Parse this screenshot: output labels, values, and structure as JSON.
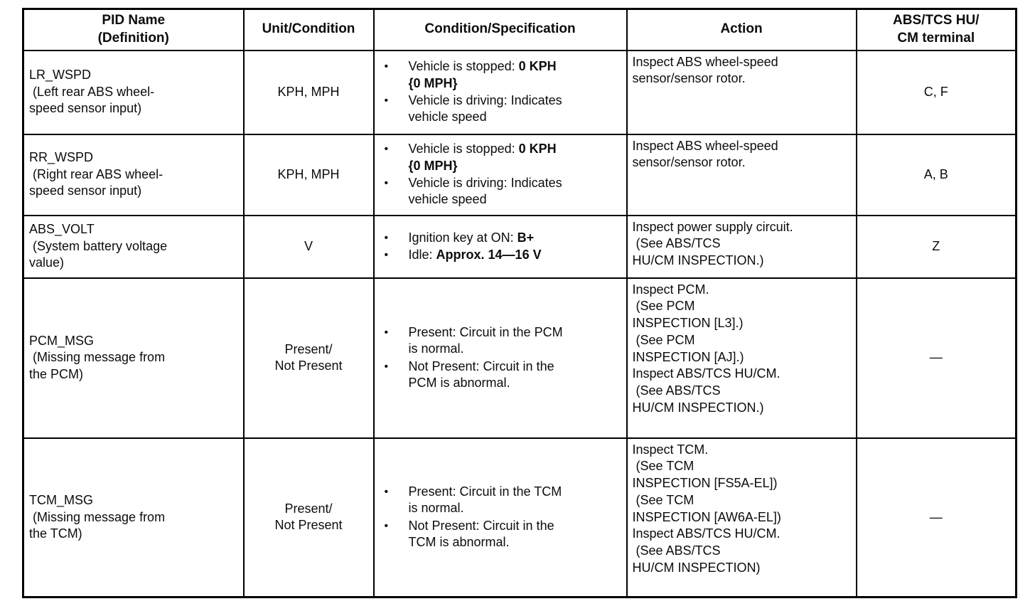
{
  "bullet_char": "•",
  "colors": {
    "ink": "#0c0c0c",
    "paper": "#ffffff",
    "border": "#000000"
  },
  "table": {
    "headers": [
      {
        "lines": [
          "PID Name",
          "(Definition)"
        ]
      },
      {
        "lines": [
          "Unit/Condition"
        ]
      },
      {
        "lines": [
          "Condition/Specification"
        ]
      },
      {
        "lines": [
          "Action"
        ]
      },
      {
        "lines": [
          "ABS/TCS HU/",
          "CM terminal"
        ]
      }
    ],
    "rows": [
      {
        "pid_lines": [
          "LR_WSPD",
          " (Left rear ABS wheel-",
          "speed sensor input)"
        ],
        "unit_lines": [
          "KPH, MPH"
        ],
        "conditions": [
          {
            "segments": [
              {
                "text": "Vehicle is stopped: ",
                "bold": false,
                "br": false
              },
              {
                "text": "0 KPH",
                "bold": true,
                "br": true
              },
              {
                "text": "{0 MPH}",
                "bold": true,
                "br": false
              }
            ]
          },
          {
            "segments": [
              {
                "text": "Vehicle is driving: Indicates",
                "bold": false,
                "br": true
              },
              {
                "text": "vehicle speed",
                "bold": false,
                "br": false
              }
            ]
          }
        ],
        "action_lines": [
          "Inspect ABS wheel-speed",
          "sensor/sensor rotor."
        ],
        "terminal": "C, F"
      },
      {
        "pid_lines": [
          "RR_WSPD",
          " (Right rear ABS wheel-",
          "speed sensor input)"
        ],
        "unit_lines": [
          "KPH, MPH"
        ],
        "conditions": [
          {
            "segments": [
              {
                "text": "Vehicle is stopped: ",
                "bold": false,
                "br": false
              },
              {
                "text": "0 KPH",
                "bold": true,
                "br": true
              },
              {
                "text": "{0 MPH}",
                "bold": true,
                "br": false
              }
            ]
          },
          {
            "segments": [
              {
                "text": "Vehicle is driving: Indicates",
                "bold": false,
                "br": true
              },
              {
                "text": "vehicle speed",
                "bold": false,
                "br": false
              }
            ]
          }
        ],
        "action_lines": [
          "Inspect ABS wheel-speed",
          "sensor/sensor rotor."
        ],
        "terminal": "A, B"
      },
      {
        "pid_lines": [
          "ABS_VOLT",
          " (System battery voltage",
          "value)"
        ],
        "unit_lines": [
          "V"
        ],
        "conditions": [
          {
            "segments": [
              {
                "text": "Ignition key at ON: ",
                "bold": false,
                "br": false
              },
              {
                "text": "B+",
                "bold": true,
                "br": false
              }
            ]
          },
          {
            "segments": [
              {
                "text": "Idle: ",
                "bold": false,
                "br": false
              },
              {
                "text": "Approx. 14—16 V",
                "bold": true,
                "br": false
              }
            ]
          }
        ],
        "action_lines": [
          "Inspect power supply circuit.",
          " (See ABS/TCS",
          "HU/CM INSPECTION.)"
        ],
        "terminal": "Z"
      },
      {
        "pid_lines": [
          "PCM_MSG",
          " (Missing message from",
          "the PCM)"
        ],
        "unit_lines": [
          "Present/",
          "Not Present"
        ],
        "conditions": [
          {
            "segments": [
              {
                "text": "Present: Circuit in the PCM",
                "bold": false,
                "br": true
              },
              {
                "text": "is normal.",
                "bold": false,
                "br": false
              }
            ]
          },
          {
            "segments": [
              {
                "text": "Not Present: Circuit in the",
                "bold": false,
                "br": true
              },
              {
                "text": "PCM is abnormal.",
                "bold": false,
                "br": false
              }
            ]
          }
        ],
        "action_lines": [
          "Inspect PCM.",
          " (See PCM",
          "INSPECTION [L3].)",
          " (See PCM",
          "INSPECTION [AJ].)",
          "Inspect ABS/TCS HU/CM.",
          " (See ABS/TCS",
          "HU/CM INSPECTION.)"
        ],
        "terminal": "—"
      },
      {
        "pid_lines": [
          "TCM_MSG",
          " (Missing message from",
          "the TCM)"
        ],
        "unit_lines": [
          "Present/",
          "Not Present"
        ],
        "conditions": [
          {
            "segments": [
              {
                "text": "Present: Circuit in the TCM",
                "bold": false,
                "br": true
              },
              {
                "text": "is normal.",
                "bold": false,
                "br": false
              }
            ]
          },
          {
            "segments": [
              {
                "text": "Not Present: Circuit in the",
                "bold": false,
                "br": true
              },
              {
                "text": "TCM is abnormal.",
                "bold": false,
                "br": false
              }
            ]
          }
        ],
        "action_lines": [
          "Inspect TCM.",
          " (See TCM",
          "INSPECTION [FS5A-EL])",
          " (See TCM",
          "INSPECTION [AW6A-EL])",
          "Inspect ABS/TCS HU/CM.",
          " (See ABS/TCS",
          "HU/CM INSPECTION)"
        ],
        "terminal": "—"
      }
    ]
  }
}
